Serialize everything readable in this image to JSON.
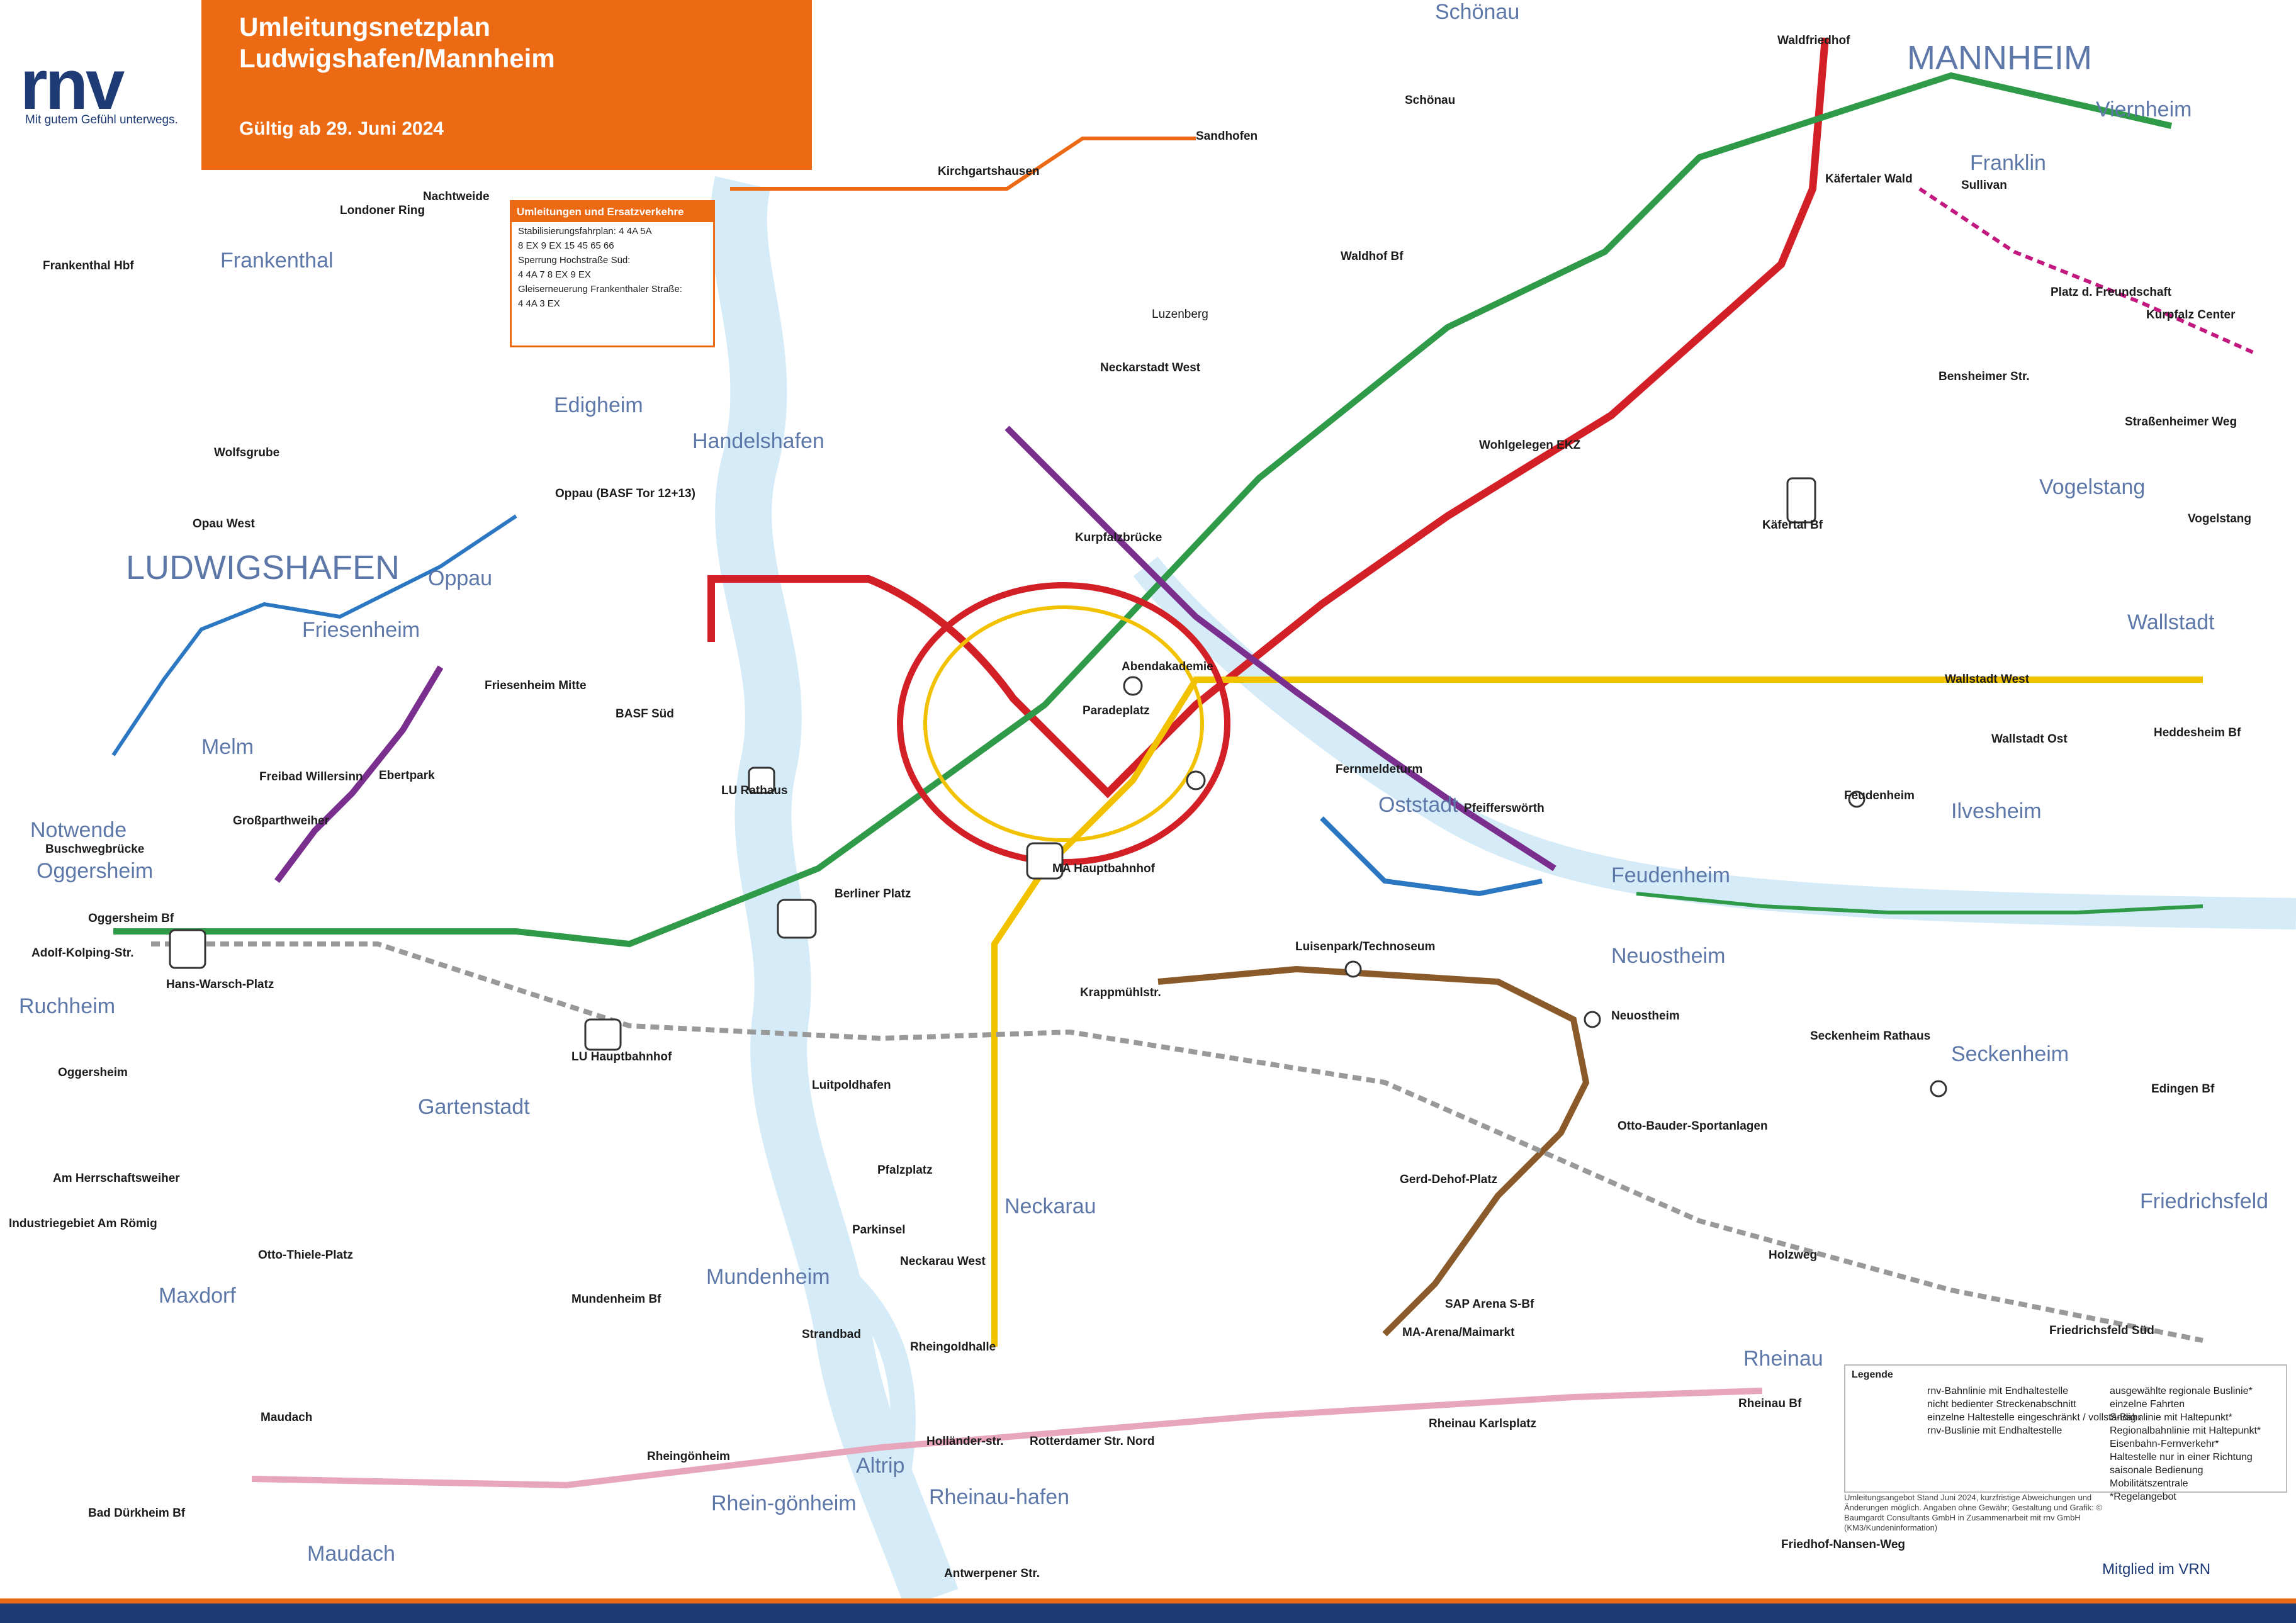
{
  "header": {
    "logo": "rnv",
    "tagline": "Mit gutem Gefühl unterwegs.",
    "title_line1": "Umleitungsnetzplan",
    "title_line2": "Ludwigshafen/Mannheim",
    "valid": "Gültig ab 29. Juni 2024"
  },
  "infobox": {
    "title": "Umleitungen und Ersatzverkehre",
    "line1": "Stabilisierungsfahrplan: 4 4A 5A",
    "line2": "8 EX 9 EX 15 45 65 66",
    "line3": "Sperrung Hochstraße Süd:",
    "line4": "4 4A 7 8 EX 9 EX",
    "line5": "Gleiserneuerung Frankenthaler Straße:",
    "line6": "4 4A 3 EX"
  },
  "districts": [
    {
      "name": "LUDWIGSHAFEN"
    },
    {
      "name": "MANNHEIM"
    },
    {
      "name": "Frankenthal"
    },
    {
      "name": "Edigheim"
    },
    {
      "name": "Oppau"
    },
    {
      "name": "Friesenheim"
    },
    {
      "name": "Melm"
    },
    {
      "name": "Notwende"
    },
    {
      "name": "Oggersheim"
    },
    {
      "name": "Ruchheim"
    },
    {
      "name": "Gartenstadt"
    },
    {
      "name": "Maxdorf"
    },
    {
      "name": "Maudach"
    },
    {
      "name": "Mundenheim"
    },
    {
      "name": "Rhein-gönheim"
    },
    {
      "name": "Altrip"
    },
    {
      "name": "Rheinau-hafen"
    },
    {
      "name": "Neckarau"
    },
    {
      "name": "Rheinau"
    },
    {
      "name": "Friedrichsfeld"
    },
    {
      "name": "Seckenheim"
    },
    {
      "name": "Neuostheim"
    },
    {
      "name": "Feudenheim"
    },
    {
      "name": "Ilvesheim"
    },
    {
      "name": "Wallstadt"
    },
    {
      "name": "Vogelstang"
    },
    {
      "name": "Franklin"
    },
    {
      "name": "Viernheim"
    },
    {
      "name": "Schönau"
    },
    {
      "name": "Oststadt"
    },
    {
      "name": "Handelshafen"
    }
  ],
  "stops": [
    {
      "name": "Sandhofen"
    },
    {
      "name": "Schönau"
    },
    {
      "name": "Waldhof Bf"
    },
    {
      "name": "Käfertal Bf"
    },
    {
      "name": "Kirchgartshausen"
    },
    {
      "name": "Luzenberg"
    },
    {
      "name": "Neckarstadt West"
    },
    {
      "name": "Kurpfalzbrücke"
    },
    {
      "name": "Abendakademie"
    },
    {
      "name": "Paradeplatz"
    },
    {
      "name": "MA Hauptbahnhof"
    },
    {
      "name": "Berliner Platz"
    },
    {
      "name": "LU Rathaus"
    },
    {
      "name": "LU Hauptbahnhof"
    },
    {
      "name": "BASF Süd"
    },
    {
      "name": "Oppau (BASF Tor 12+13)"
    },
    {
      "name": "Friesenheim Mitte"
    },
    {
      "name": "Ebertpark"
    },
    {
      "name": "Oggersheim Bf"
    },
    {
      "name": "Hans-Warsch-Platz"
    },
    {
      "name": "Luitpoldhafen"
    },
    {
      "name": "Rheingönheim"
    },
    {
      "name": "Mundenheim Bf"
    },
    {
      "name": "Pfalzplatz"
    },
    {
      "name": "Neckarau West"
    },
    {
      "name": "Rheingoldhalle"
    },
    {
      "name": "Strandbad"
    },
    {
      "name": "Luisenpark/Technoseum"
    },
    {
      "name": "Fernmeldeturm"
    },
    {
      "name": "Pfeifferswörth"
    },
    {
      "name": "Feudenheim"
    },
    {
      "name": "Neuostheim"
    },
    {
      "name": "Seckenheim Rathaus"
    },
    {
      "name": "Edingen Bf"
    },
    {
      "name": "Friedrichsfeld Süd"
    },
    {
      "name": "Gerd-Dehof-Platz"
    },
    {
      "name": "SAP Arena S-Bf"
    },
    {
      "name": "MA-Arena/Maimarkt"
    },
    {
      "name": "Rheinau Karlsplatz"
    },
    {
      "name": "Rheinau Bf"
    },
    {
      "name": "Wallstadt West"
    },
    {
      "name": "Wallstadt Ost"
    },
    {
      "name": "Heddesheim Bf"
    },
    {
      "name": "Vogelstang"
    },
    {
      "name": "Sullivan"
    },
    {
      "name": "Platz d. Freundschaft"
    },
    {
      "name": "Kurpfalz Center"
    },
    {
      "name": "Straßenheimer Weg"
    },
    {
      "name": "Bensheimer Str."
    },
    {
      "name": "Käfertaler Wald"
    },
    {
      "name": "Waldfriedhof"
    },
    {
      "name": "Bad Dürkheim Bf"
    },
    {
      "name": "Frankenthal Hbf"
    },
    {
      "name": "Adolf-Kolping-Str."
    },
    {
      "name": "Freibad Willersinn"
    },
    {
      "name": "Großparthweiher"
    },
    {
      "name": "Buschwegbrücke"
    },
    {
      "name": "Industriegebiet Am Römig"
    },
    {
      "name": "Am Herrschaftsweiher"
    },
    {
      "name": "Oggersheim"
    },
    {
      "name": "Otto-Thiele-Platz"
    },
    {
      "name": "Maudach"
    },
    {
      "name": "Holländer-str."
    },
    {
      "name": "Rotterdamer Str. Nord"
    },
    {
      "name": "Antwerpener Str."
    },
    {
      "name": "Otto-Bauder-Sportanlagen"
    },
    {
      "name": "Holzweg"
    },
    {
      "name": "Wolfsgrube"
    },
    {
      "name": "Opau West"
    },
    {
      "name": "Nachtweide"
    },
    {
      "name": "Londoner Ring"
    },
    {
      "name": "Krappmühlstr."
    },
    {
      "name": "Parkinsel"
    },
    {
      "name": "Wohlgelegen EKZ"
    },
    {
      "name": "Friedhof-Nansen-Weg"
    }
  ],
  "legend": {
    "title": "Legende",
    "items_left": [
      "rnv-Bahnlinie mit Endhaltestelle",
      "nicht bedienter Streckenabschnitt",
      "einzelne Haltestelle eingeschränkt / vollständig aufgehoben",
      "rnv-Buslinie mit Endhaltestelle"
    ],
    "items_right": [
      "ausgewählte regionale Buslinie*",
      "einzelne Fahrten",
      "S-Bahnlinie mit Haltepunkt*",
      "Regionalbahnlinie mit Haltepunkt*",
      "Eisenbahn-Fernverkehr*",
      "Haltestelle nur in einer Richtung",
      "saisonale Bedienung",
      "Mobilitätszentrale"
    ],
    "footnote": "*Regelangebot"
  },
  "notes": "Umleitungsangebot Stand Juni 2024, kurzfristige Abweichungen und Änderungen möglich. Angaben ohne Gewähr; Gestaltung und Grafik: © Baumgardt Consultants GmbH in Zusammenarbeit mit rnv GmbH (KM3/Kundeninformation)",
  "vrn": "Mitglied im VRN",
  "colors": {
    "orange": "#ec6a13",
    "navy": "#1f3b75",
    "river": "#d5ecf8",
    "line_red": "#d31f26",
    "line_yellow": "#f2c200",
    "line_green": "#2f9a48",
    "line_purple": "#7a2f8e",
    "line_brown": "#8b5a2b",
    "line_blue": "#2b77c1",
    "line_pink": "#e7a6bb"
  }
}
